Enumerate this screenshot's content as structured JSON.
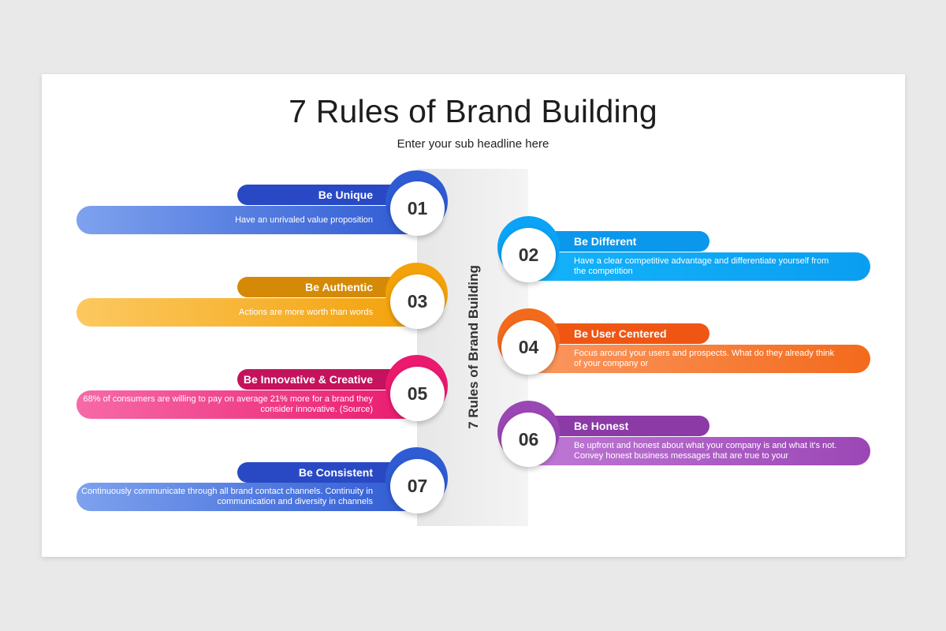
{
  "title": "7 Rules of Brand Building",
  "subtitle": "Enter your sub headline here",
  "center_label": "7 Rules of Brand Building",
  "steps": [
    {
      "number": "01",
      "title": "Be Unique",
      "description": "Have an unrivaled value proposition",
      "color": "#2f5bd3"
    },
    {
      "number": "02",
      "title": "Be Different",
      "description": "Have a clear competitive advantage and differentiate yourself from the competition",
      "color": "#0aa3f5"
    },
    {
      "number": "03",
      "title": "Be Authentic",
      "description": "Actions are more worth than words",
      "color": "#f3a20a"
    },
    {
      "number": "04",
      "title": "Be User Centered",
      "description": "Focus around your users and prospects. What do they already think of your company or",
      "color": "#f36a1c"
    },
    {
      "number": "05",
      "title": "Be Innovative & Creative",
      "description": "68% of consumers are willing to pay on average 21% more for a brand they consider innovative. (Source)",
      "color": "#ea1a6e"
    },
    {
      "number": "06",
      "title": "Be Honest",
      "description": "Be upfront and honest about what your company is and what it's not. Convey honest business messages that are true to your",
      "color": "#9b46b5"
    },
    {
      "number": "07",
      "title": "Be Consistent",
      "description": "Continuously communicate through all brand contact channels. Continuity in communication and diversity in channels",
      "color": "#2f5bd3"
    }
  ]
}
